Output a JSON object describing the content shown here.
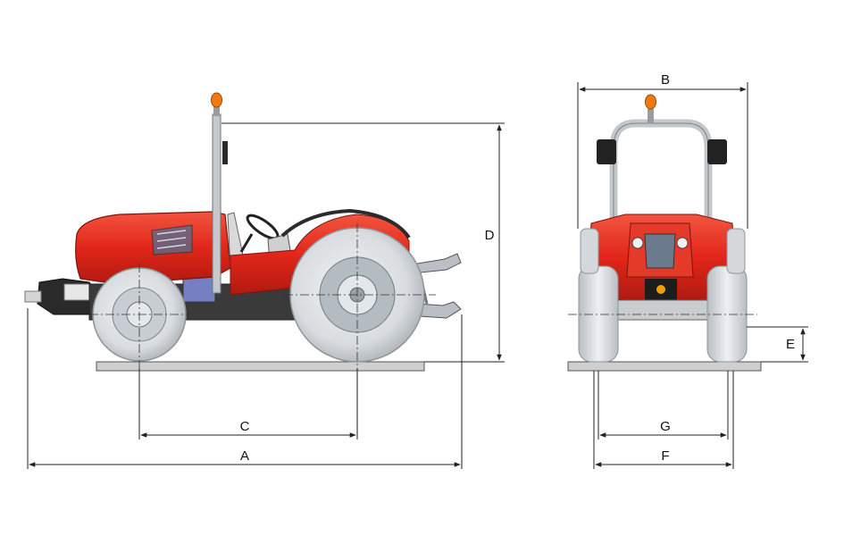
{
  "dimension_labels": {
    "A": "A",
    "B": "B",
    "C": "C",
    "D": "D",
    "E": "E",
    "F": "F",
    "G": "G"
  },
  "colors": {
    "body_red": "#e8281c",
    "tyre_grey": "#d9dde0",
    "rim_grey": "#aeb6bc",
    "frame_grey": "#b9bec2",
    "ground": "#c9c9c9",
    "beacon_orange": "#f07a10",
    "dimension_line": "#222222"
  }
}
